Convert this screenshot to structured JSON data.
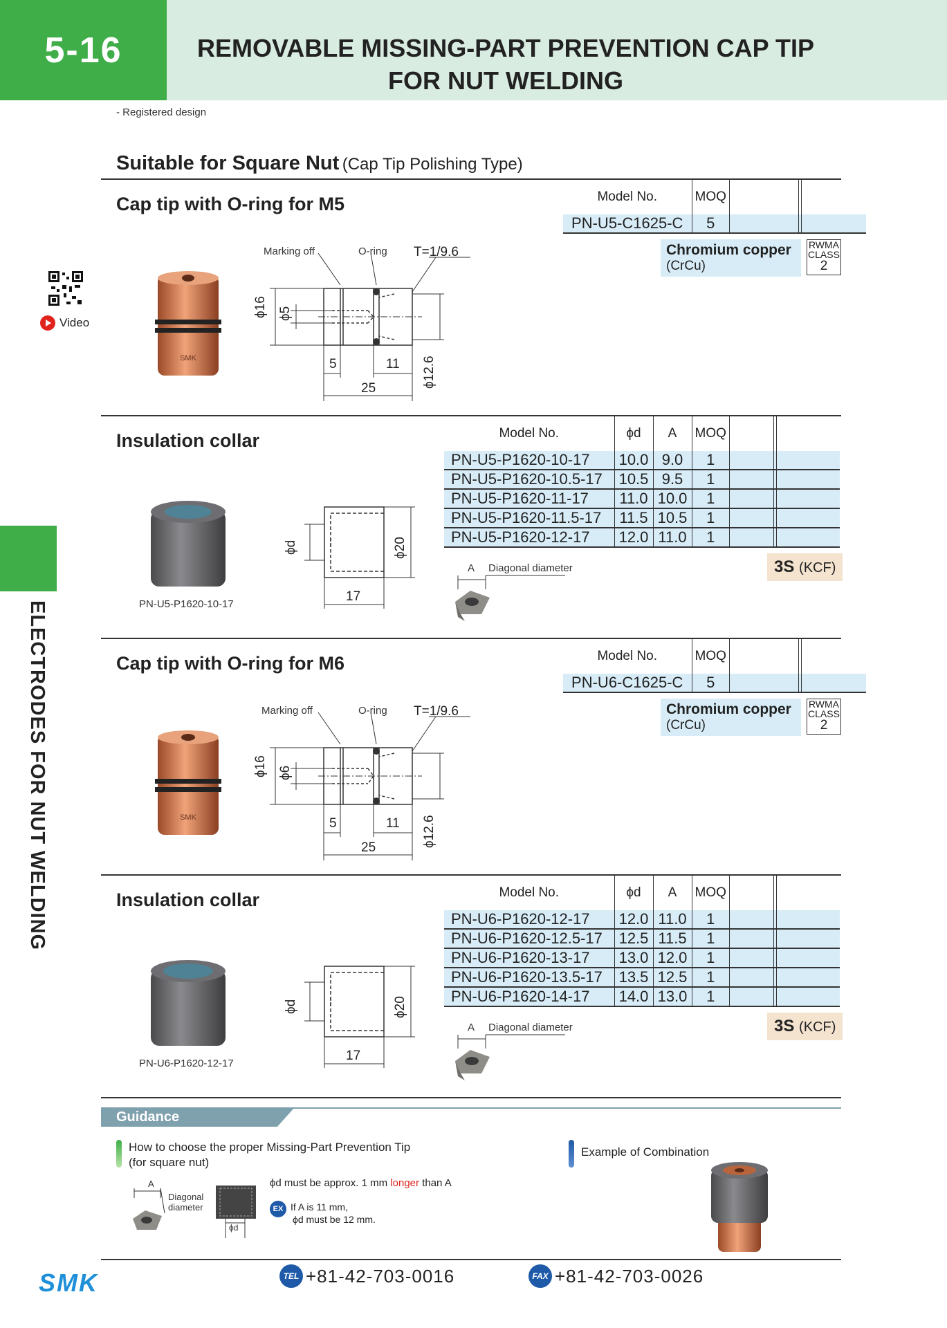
{
  "header": {
    "section_number": "5-16",
    "title_line1": "REMOVABLE MISSING-PART PREVENTION CAP TIP",
    "title_line2": "FOR NUT WELDING"
  },
  "registered_note": "- Registered design",
  "side_label": "ELECTRODES FOR NUT WELDING",
  "video_label": "Video",
  "section_title": "Suitable for Square Nut",
  "section_subtitle": "(Cap Tip Polishing Type)",
  "cap_m5": {
    "title": "Cap tip with O-ring for M5",
    "table_headers": {
      "model": "Model No.",
      "moq": "MOQ"
    },
    "rows": [
      {
        "model": "PN-U5-C1625-C",
        "moq": "5"
      }
    ],
    "material": "Chromium copper",
    "material_abbr": "(CrCu)",
    "rwma_label1": "RWMA",
    "rwma_label2": "CLASS",
    "rwma_class": "2",
    "drawing": {
      "marking_off": "Marking off",
      "oring": "O-ring",
      "taper": "T=1/9.6",
      "dia_outer": "ϕ16",
      "dia_inner": "ϕ5",
      "dia_tip": "ϕ12.6",
      "len_a": "5",
      "len_b": "11",
      "len_total": "25"
    }
  },
  "collar_m5": {
    "title": "Insulation collar",
    "table_headers": {
      "model": "Model No.",
      "d": "ϕd",
      "a": "A",
      "moq": "MOQ"
    },
    "rows": [
      {
        "model": "PN-U5-P1620-10-17",
        "d": "10.0",
        "a": "9.0",
        "moq": "1"
      },
      {
        "model": "PN-U5-P1620-10.5-17",
        "d": "10.5",
        "a": "9.5",
        "moq": "1"
      },
      {
        "model": "PN-U5-P1620-11-17",
        "d": "11.0",
        "a": "10.0",
        "moq": "1"
      },
      {
        "model": "PN-U5-P1620-11.5-17",
        "d": "11.5",
        "a": "10.5",
        "moq": "1"
      },
      {
        "model": "PN-U5-P1620-12-17",
        "d": "12.0",
        "a": "11.0",
        "moq": "1"
      }
    ],
    "photo_caption": "PN-U5-P1620-10-17",
    "dia_d": "ϕd",
    "dia_outer": "ϕ20",
    "length": "17",
    "nut_a": "A",
    "nut_diag": "Diagonal diameter",
    "grade": "3S",
    "grade_sub": "(KCF)"
  },
  "cap_m6": {
    "title": "Cap tip with O-ring for M6",
    "table_headers": {
      "model": "Model No.",
      "moq": "MOQ"
    },
    "rows": [
      {
        "model": "PN-U6-C1625-C",
        "moq": "5"
      }
    ],
    "material": "Chromium copper",
    "material_abbr": "(CrCu)",
    "rwma_label1": "RWMA",
    "rwma_label2": "CLASS",
    "rwma_class": "2",
    "drawing": {
      "marking_off": "Marking off",
      "oring": "O-ring",
      "taper": "T=1/9.6",
      "dia_outer": "ϕ16",
      "dia_inner": "ϕ6",
      "dia_tip": "ϕ12.6",
      "len_a": "5",
      "len_b": "11",
      "len_total": "25"
    }
  },
  "collar_m6": {
    "title": "Insulation collar",
    "table_headers": {
      "model": "Model No.",
      "d": "ϕd",
      "a": "A",
      "moq": "MOQ"
    },
    "rows": [
      {
        "model": "PN-U6-P1620-12-17",
        "d": "12.0",
        "a": "11.0",
        "moq": "1"
      },
      {
        "model": "PN-U6-P1620-12.5-17",
        "d": "12.5",
        "a": "11.5",
        "moq": "1"
      },
      {
        "model": "PN-U6-P1620-13-17",
        "d": "13.0",
        "a": "12.0",
        "moq": "1"
      },
      {
        "model": "PN-U6-P1620-13.5-17",
        "d": "13.5",
        "a": "12.5",
        "moq": "1"
      },
      {
        "model": "PN-U6-P1620-14-17",
        "d": "14.0",
        "a": "13.0",
        "moq": "1"
      }
    ],
    "photo_caption": "PN-U6-P1620-12-17",
    "dia_d": "ϕd",
    "dia_outer": "ϕ20",
    "length": "17",
    "nut_a": "A",
    "nut_diag": "Diagonal diameter",
    "grade": "3S",
    "grade_sub": "(KCF)"
  },
  "guidance": {
    "tag": "Guidance",
    "how_to_line1": "How to choose the proper Missing-Part Prevention Tip",
    "how_to_line2": "(for square nut)",
    "fig_a": "A",
    "fig_diag1": "Diagonal",
    "fig_diag2": "diameter",
    "fig_d": "ϕd",
    "rule_pre": "ϕd must be approx. 1 mm ",
    "rule_red": "longer",
    "rule_post": " than A",
    "ex_badge": "EX",
    "ex_line1": "If A is 11 mm,",
    "ex_line2": "ϕd must be 12 mm.",
    "example_title": "Example of Combination"
  },
  "footer": {
    "logo": "SMK",
    "tel_icon": "TEL",
    "tel": "+81-42-703-0016",
    "fax_icon": "FAX",
    "fax": "+81-42-703-0026"
  },
  "colors": {
    "brand_green": "#3fae49",
    "header_band": "#d9ece1",
    "table_blue": "#d7ecf7",
    "grade_bg": "#f4e3cf",
    "guidance_gray": "#7fa0ad",
    "accent_red": "#e0231c",
    "logo_blue": "#1e5aa8"
  }
}
